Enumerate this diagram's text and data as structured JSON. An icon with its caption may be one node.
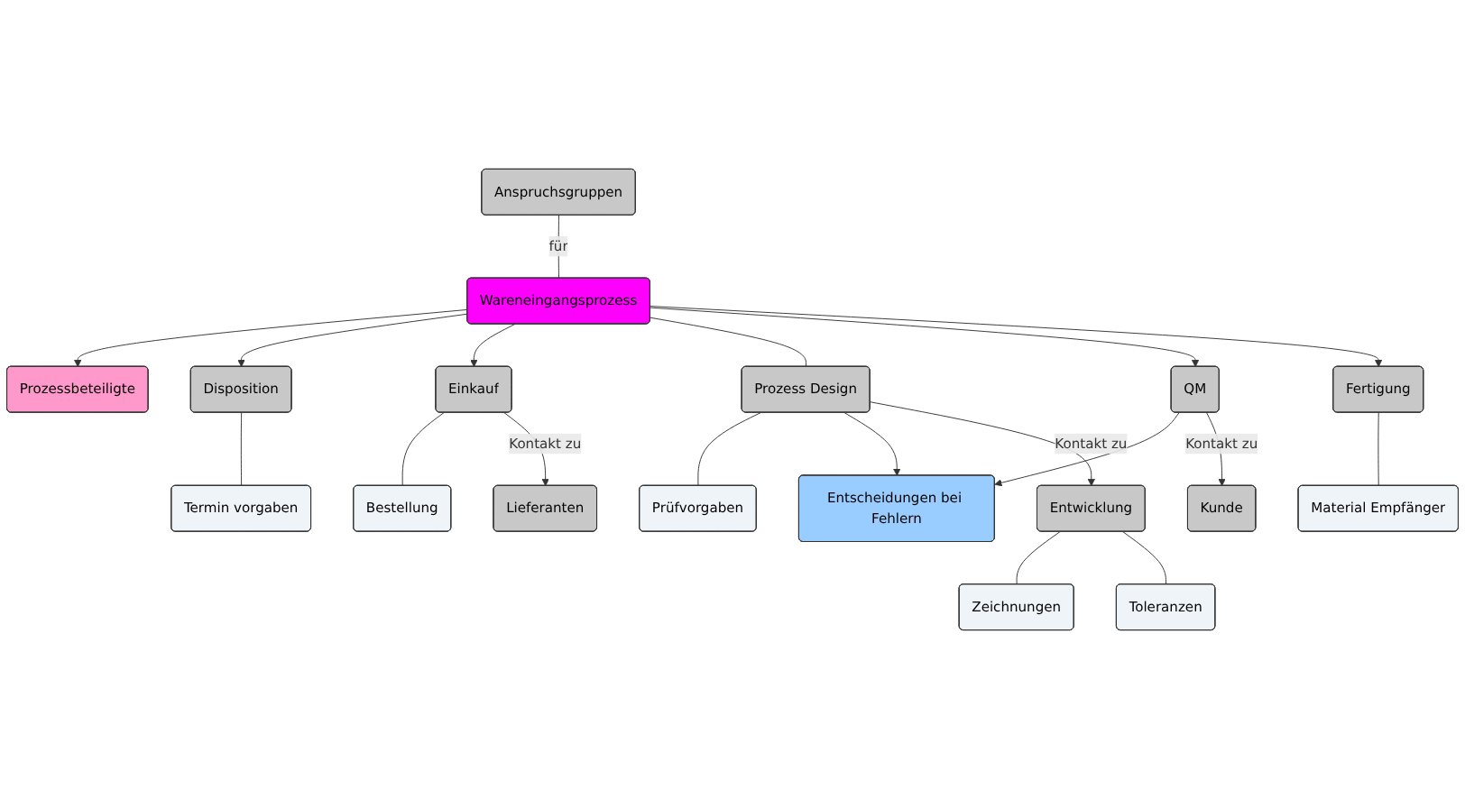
{
  "diagram": {
    "nodes": [
      {
        "text": [
          "Anspruchsgruppen"
        ]
      },
      {
        "text": [
          "Prozessbeteiligte"
        ]
      },
      {
        "text": [
          "Wareneingangsprozess"
        ]
      },
      {
        "text": [
          "Disposition"
        ]
      },
      {
        "text": [
          "Einkauf"
        ]
      },
      {
        "text": [
          "Prozess Design"
        ]
      },
      {
        "text": [
          "QM"
        ]
      },
      {
        "text": [
          "Fertigung"
        ]
      },
      {
        "text": [
          "Termin vorgaben"
        ]
      },
      {
        "text": [
          "Bestellung"
        ]
      },
      {
        "text": [
          "Prüfvorgaben"
        ]
      },
      {
        "text": [
          "Entscheidungen bei Fehlern"
        ]
      },
      {
        "text": [
          "Material Empfänger"
        ]
      },
      {
        "text": [
          "Lieferanten"
        ]
      },
      {
        "text": [
          "Entwicklung"
        ]
      },
      {
        "text": [
          "Kunde"
        ]
      },
      {
        "text": [
          "Zeichnungen"
        ]
      },
      {
        "text": [
          "Toleranzen"
        ]
      }
    ],
    "edges": [
      {
        "from": 0,
        "to": 2,
        "arrow": "none",
        "label": "für"
      },
      {
        "from": 2,
        "to": 1,
        "arrow": "to"
      },
      {
        "from": 2,
        "to": 3,
        "arrow": "to"
      },
      {
        "from": 2,
        "to": 4,
        "arrow": "to"
      },
      {
        "from": 2,
        "to": 5,
        "arrow": "none"
      },
      {
        "from": 2,
        "to": 6,
        "arrow": "to"
      },
      {
        "from": 2,
        "to": 7,
        "arrow": "to"
      },
      {
        "from": 3,
        "to": 8,
        "arrow": "none"
      },
      {
        "from": 4,
        "to": 9,
        "arrow": "none"
      },
      {
        "from": 4,
        "to": 13,
        "arrow": "to",
        "label": "Kontakt zu"
      },
      {
        "from": 5,
        "to": 10,
        "arrow": "none"
      },
      {
        "from": 5,
        "to": 11,
        "arrow": "to"
      },
      {
        "from": 6,
        "to": 11,
        "arrow": "to"
      },
      {
        "from": 5,
        "to": 14,
        "arrow": "to",
        "label": "Kontakt zu"
      },
      {
        "from": 6,
        "to": 15,
        "arrow": "to",
        "label": "Kontakt zu"
      },
      {
        "from": 7,
        "to": 12,
        "arrow": "none"
      },
      {
        "from": 14,
        "to": 16,
        "arrow": "none"
      },
      {
        "from": 14,
        "to": 17,
        "arrow": "none"
      }
    ]
  }
}
